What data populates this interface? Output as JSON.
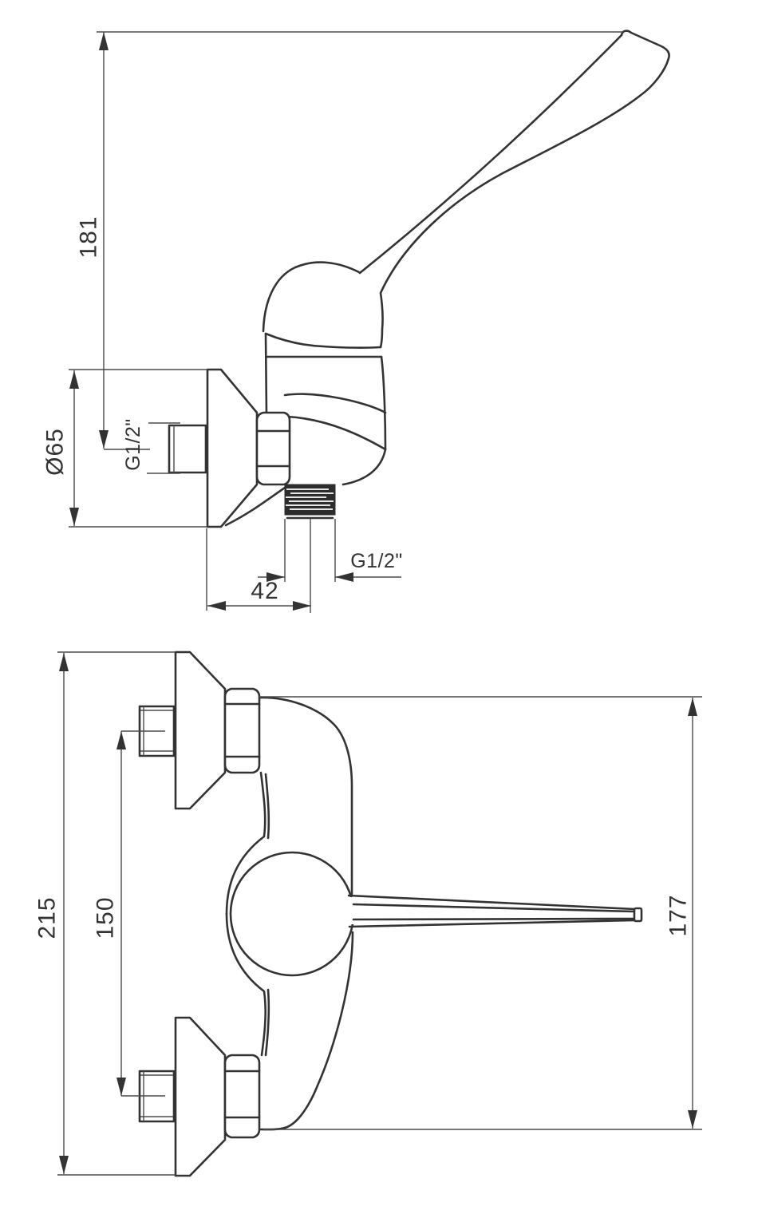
{
  "drawing": {
    "kind": "technical dimension drawing",
    "subject": "wall-mounted single-lever mixer tap with long elbow lever",
    "colors": {
      "background": "#ffffff",
      "line": "#333333",
      "thread_fill": "#2d2d2d"
    }
  },
  "side_view": {
    "dim_total_height": "181",
    "dim_flange_diameter": "Ø65",
    "dim_inlet_thread": "G1/2\"",
    "dim_outlet_thread": "G1/2\"",
    "dim_outlet_offset": "42"
  },
  "front_view": {
    "dim_overall_height": "215",
    "dim_connection_spacing": "150",
    "dim_body_height": "177"
  }
}
